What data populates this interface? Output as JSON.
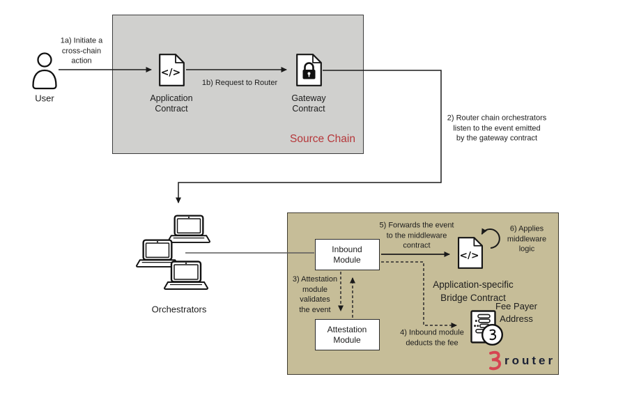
{
  "colors": {
    "source_chain_fill": "#d0d0ce",
    "destination_fill": "#c6bd98",
    "box_border": "#3c3c3c",
    "node_fill": "#ffffff",
    "accent_red": "#b5373a",
    "logo_red": "#d64552",
    "logo_navy": "#1b2134",
    "line_black": "#1a1a1a",
    "line_gray": "#5a5a5a"
  },
  "icons": {
    "user": "person-icon",
    "application_contract": "code-document-icon",
    "gateway_contract": "lock-document-icon",
    "orchestrators": "laptop-icon",
    "bridge_contract": "code-document-icon",
    "middleware_loop": "loop-arrow-icon",
    "fee_payer": "ledger-document-icon",
    "fee_coin": "router-coin-icon",
    "logo": "router-glyph-icon"
  },
  "nodes": {
    "user": {
      "label": "User"
    },
    "application_contract": {
      "label": "Application\nContract",
      "glyph": "</>"
    },
    "gateway_contract": {
      "label": "Gateway\nContract"
    },
    "source_chain": {
      "label": "Source Chain"
    },
    "orchestrators": {
      "label": "Orchestrators"
    },
    "inbound_module": {
      "label": "Inbound\nModule"
    },
    "attestation_module": {
      "label": "Attestation\nModule"
    },
    "bridge_contract": {
      "label": "Application-specific\nBridge Contract",
      "glyph": "</>"
    },
    "fee_payer": {
      "label": "Fee Payer\nAddress"
    },
    "logo": {
      "label": "router"
    }
  },
  "annotations": {
    "step_1a": "1a) Initiate a\ncross-chain\naction",
    "step_1b": "1b) Request to Router",
    "step_2": "2) Router chain orchestrators\nlisten to the event emitted\nby the gateway contract",
    "step_3": "3) Attestation\nmodule\nvalidates\nthe event",
    "step_4": "4) Inbound module\ndeducts the fee",
    "step_5": "5) Forwards the event\nto the middleware\ncontract",
    "step_6": "6) Applies\nmiddleware\nlogic"
  }
}
